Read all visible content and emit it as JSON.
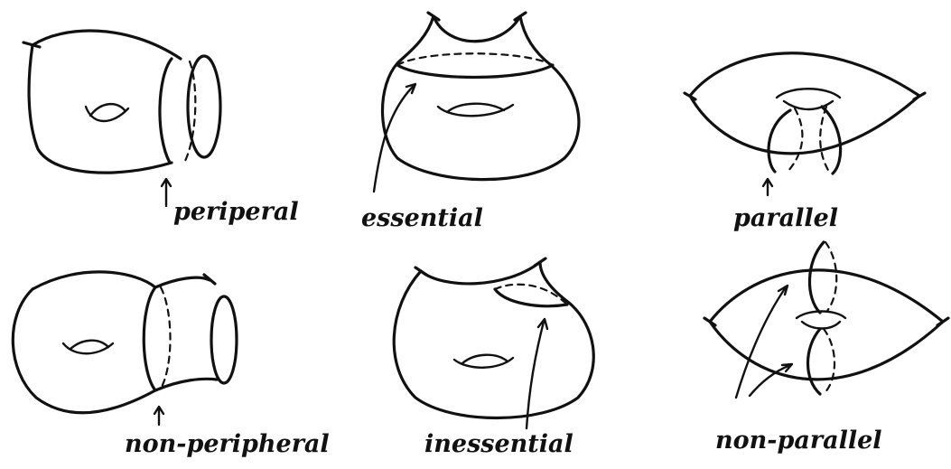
{
  "labels": {
    "peripheral": "periperal",
    "essential": "essential",
    "parallel": "parallel",
    "non_peripheral": "non-peripheral",
    "inessential": "inessential",
    "non_parallel": "non-parallel"
  },
  "colors": {
    "ink": "#111111",
    "paper": "#ffffff"
  }
}
